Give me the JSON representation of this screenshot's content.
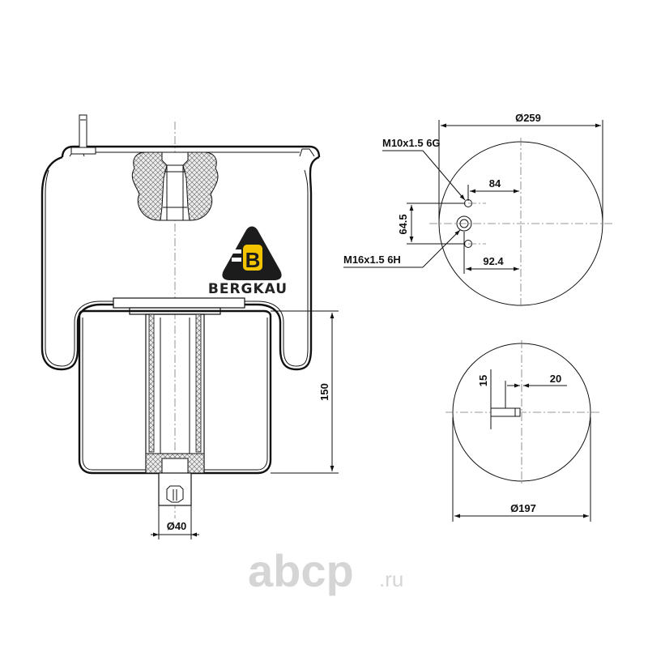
{
  "dimensions": {
    "top_view_diameter": "Ø259",
    "thread_small": "M10x1.5 6G",
    "thread_large": "M16x1.5 6H",
    "offset_horizontal": "84",
    "offset_vertical": "64.5",
    "offset_lower": "92.4",
    "height": "150",
    "stud_diameter": "Ø40",
    "bottom_view_diameter": "Ø197",
    "bottom_dim_15": "15",
    "bottom_dim_20": "20"
  },
  "logo": {
    "brand": "BERGKAU",
    "letter": "B",
    "colors": {
      "yellow": "#f5c400",
      "dark": "#1c1c1c"
    }
  },
  "watermark": {
    "text": "abcp",
    "suffix": ".ru",
    "color": "#d5d5d5"
  }
}
